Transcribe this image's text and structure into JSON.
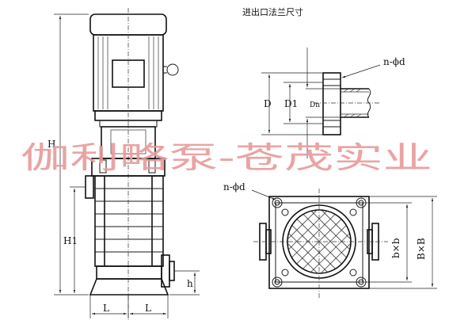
{
  "flange_title": "进出口法兰尺寸",
  "watermark": "伽利略泵-苍茂实业",
  "labels": {
    "H": "H",
    "H1": "H1",
    "h": "h",
    "L_left": "L",
    "L_right": "L",
    "D": "D",
    "D1": "D1",
    "Dn": "Dn",
    "n_phi_d_top": "n-ϕd",
    "n_phi_d_bottom": "n-ϕd",
    "bxb": "b×b",
    "BxB": "B×B"
  }
}
